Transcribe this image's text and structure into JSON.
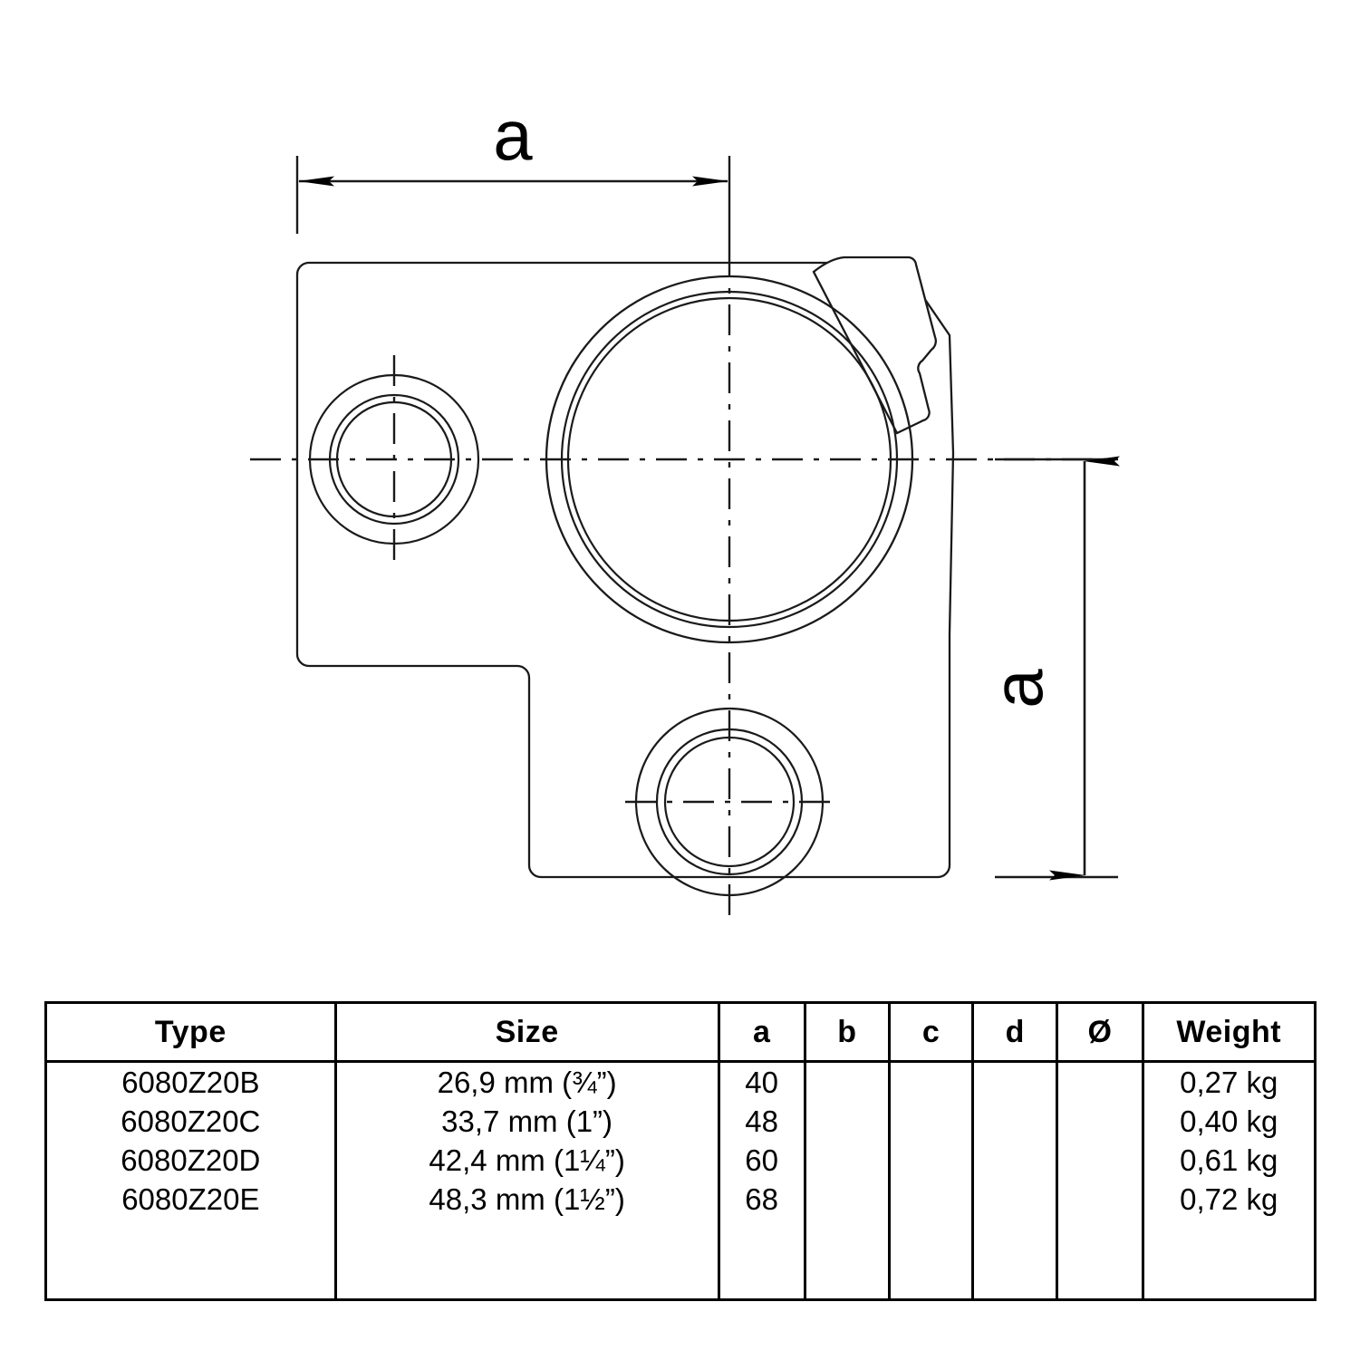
{
  "drawing": {
    "title_caption": "Technical drawing of a 3-way through corner tube clamp fitting, top view",
    "dimension_labels": {
      "horizontal": "a",
      "vertical": "a"
    },
    "features": [
      "main-bore-circle",
      "setscrew-lug",
      "left-bore-circle",
      "bottom-bore-circle",
      "body-outline",
      "centerlines"
    ],
    "line_color": "#1a1a1a",
    "background_color": "#ffffff"
  },
  "table": {
    "headers": [
      "Type",
      "Size",
      "a",
      "b",
      "c",
      "d",
      "Ø",
      "Weight"
    ],
    "rows": [
      {
        "type": "6080Z20B",
        "size": "26,9 mm (¾”)",
        "a": "40",
        "b": "",
        "c": "",
        "d": "",
        "dia": "",
        "weight": "0,27 kg"
      },
      {
        "type": "6080Z20C",
        "size": "33,7 mm (1”)",
        "a": "48",
        "b": "",
        "c": "",
        "d": "",
        "dia": "",
        "weight": "0,40 kg"
      },
      {
        "type": "6080Z20D",
        "size": "42,4 mm (1¼”)",
        "a": "60",
        "b": "",
        "c": "",
        "d": "",
        "dia": "",
        "weight": "0,61 kg"
      },
      {
        "type": "6080Z20E",
        "size": "48,3 mm (1½”)",
        "a": "68",
        "b": "",
        "c": "",
        "d": "",
        "dia": "",
        "weight": "0,72 kg"
      }
    ],
    "empty_rows": 2
  }
}
